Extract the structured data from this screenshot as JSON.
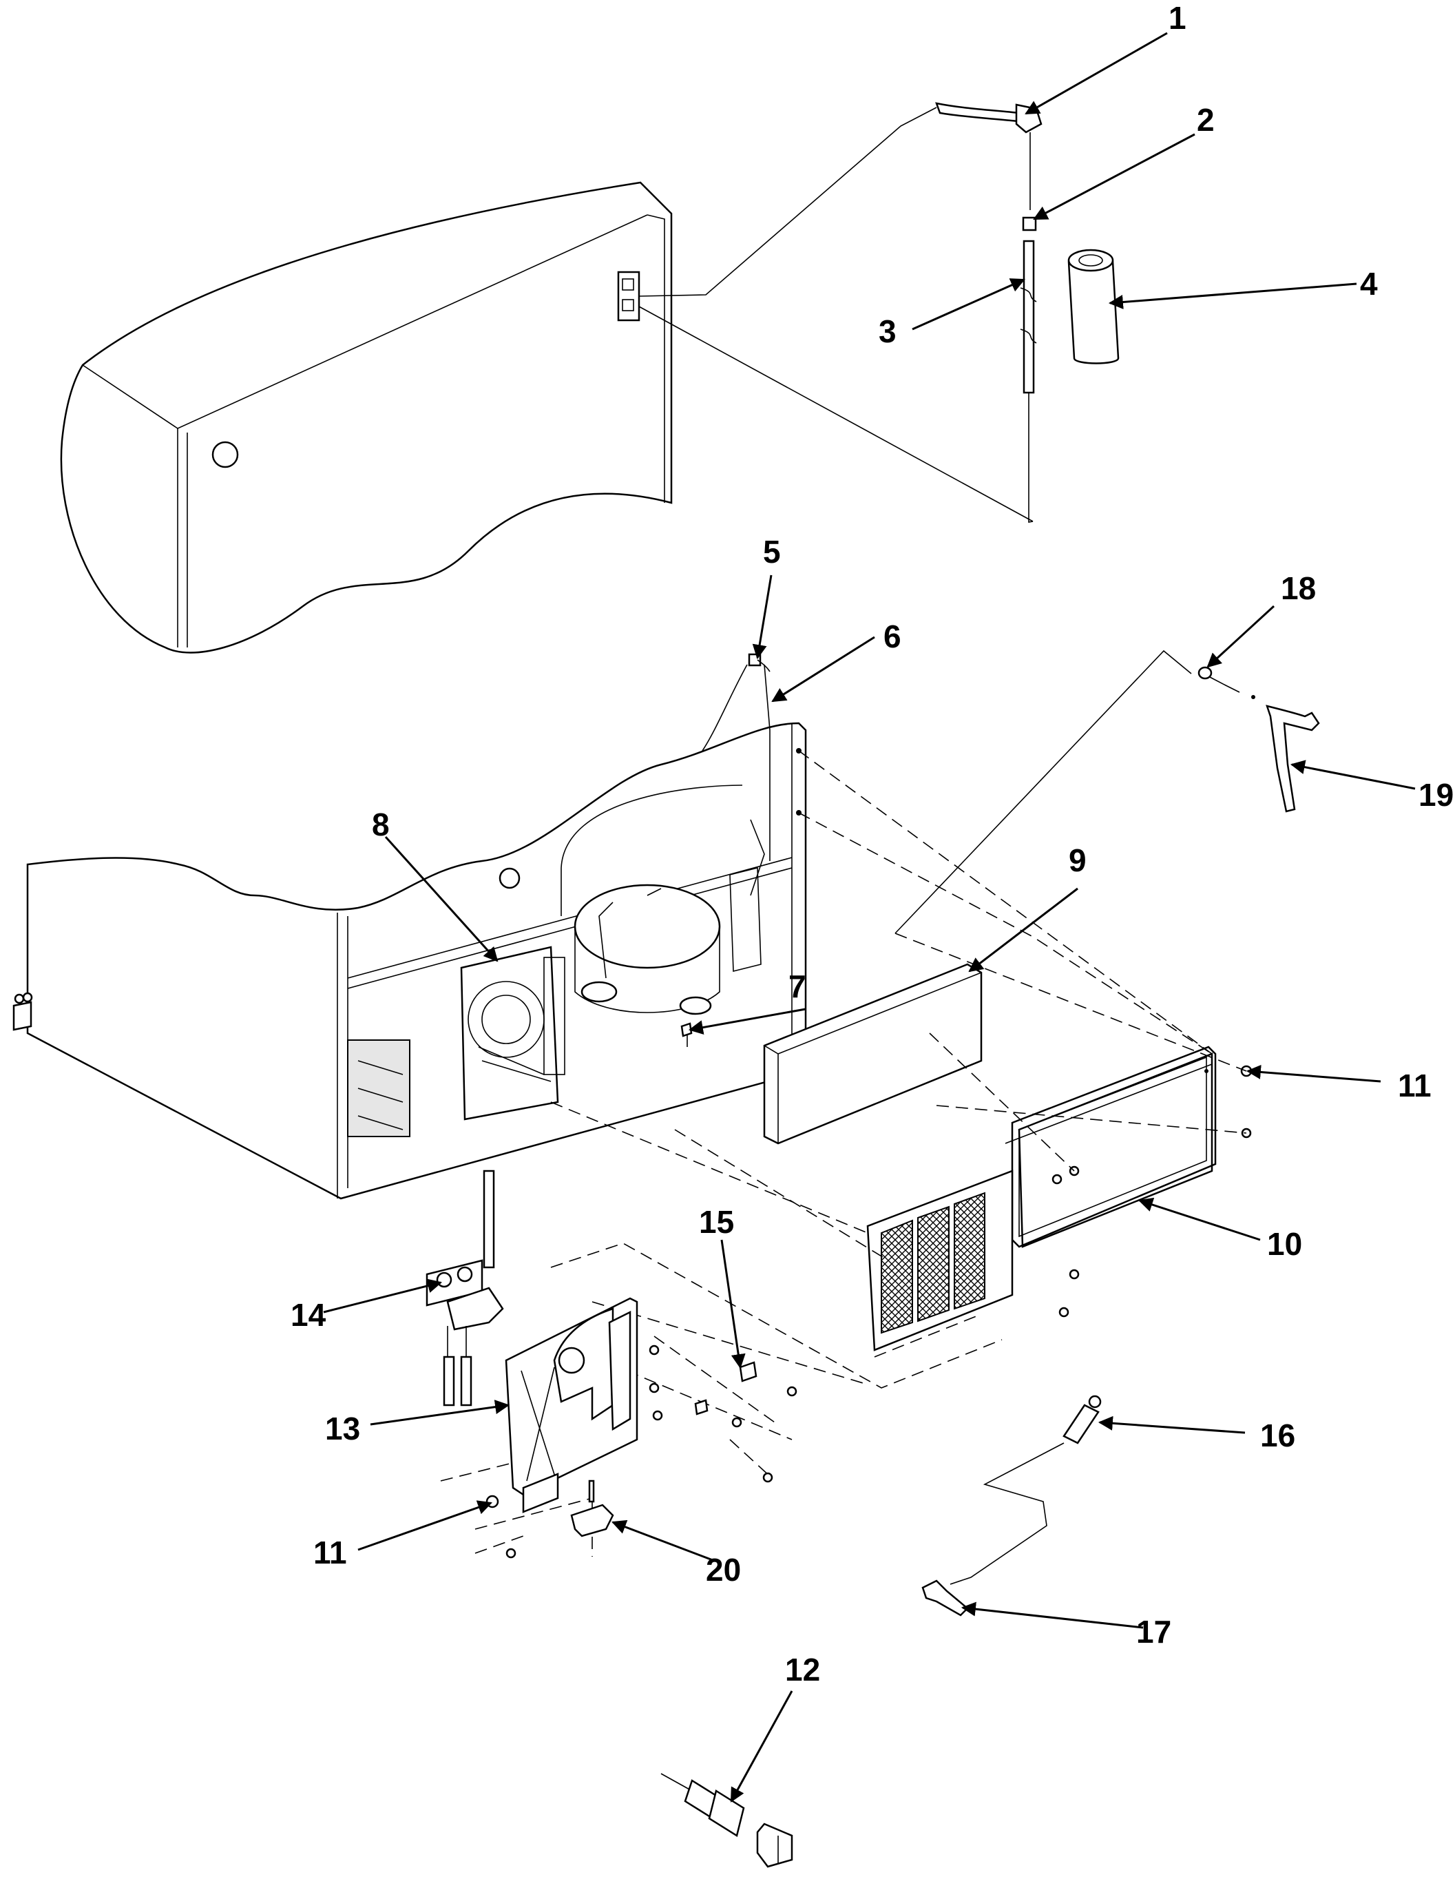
{
  "diagram": {
    "callouts": [
      {
        "label": "1"
      },
      {
        "label": "2"
      },
      {
        "label": "3"
      },
      {
        "label": "4"
      },
      {
        "label": "5"
      },
      {
        "label": "6"
      },
      {
        "label": "7"
      },
      {
        "label": "8"
      },
      {
        "label": "9"
      },
      {
        "label": "10"
      },
      {
        "label": "11"
      },
      {
        "label": "11"
      },
      {
        "label": "12"
      },
      {
        "label": "13"
      },
      {
        "label": "14"
      },
      {
        "label": "15"
      },
      {
        "label": "16"
      },
      {
        "label": "17"
      },
      {
        "label": "18"
      },
      {
        "label": "19"
      },
      {
        "label": "20"
      }
    ]
  }
}
